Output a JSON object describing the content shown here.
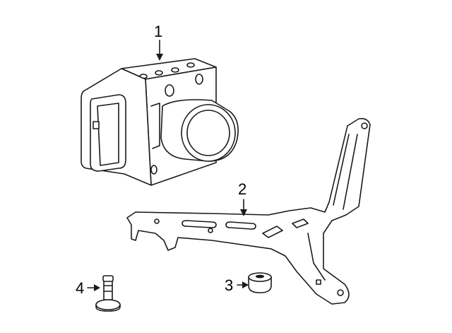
{
  "callouts": [
    {
      "id": "1",
      "text": "1"
    },
    {
      "id": "2",
      "text": "2"
    },
    {
      "id": "3",
      "text": "3"
    },
    {
      "id": "4",
      "text": "4"
    }
  ],
  "colors": {
    "ink": "#1a1a1a",
    "paper": "#ffffff"
  }
}
